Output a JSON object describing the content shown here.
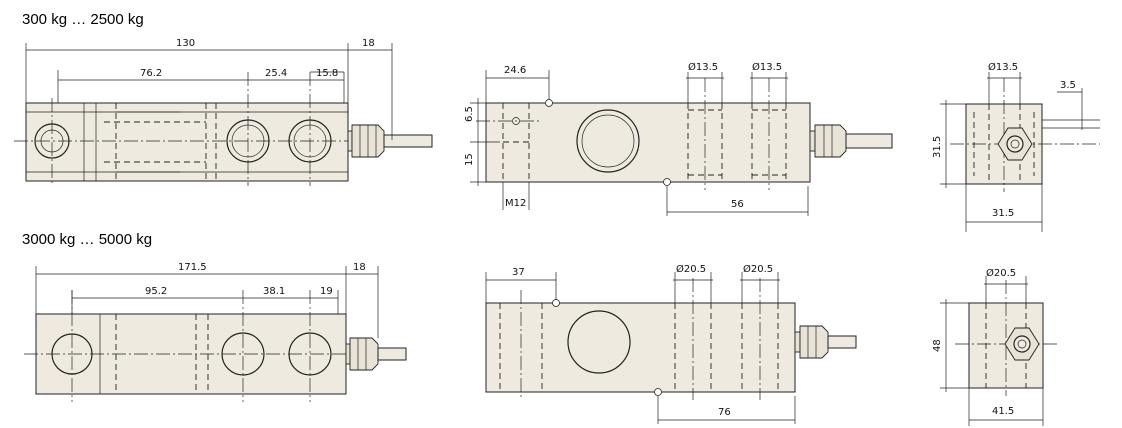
{
  "headings": {
    "small_range": "300 kg … 2500 kg",
    "large_range": "3000 kg … 5000 kg"
  },
  "small": {
    "side": {
      "length": "130",
      "cable": "18",
      "hole_span": "76.2",
      "hole_pitch": "25.4",
      "end_offset": "15.8"
    },
    "front": {
      "mount_width": "24.6",
      "hole1_dia": "Ø13.5",
      "hole2_dia": "Ø13.5",
      "upper": "6.5",
      "lower": "15",
      "thread": "M12",
      "load_span": "56"
    },
    "end": {
      "dia": "Ø13.5",
      "cable_gap": "3.5",
      "height": "31.5",
      "width": "31.5"
    }
  },
  "large": {
    "side": {
      "length": "171.5",
      "cable": "18",
      "hole_span": "95.2",
      "hole_pitch": "38.1",
      "end_offset": "19"
    },
    "front": {
      "mount_width": "37",
      "hole1_dia": "Ø20.5",
      "hole2_dia": "Ø20.5",
      "load_span": "76"
    },
    "end": {
      "dia": "Ø20.5",
      "height": "48",
      "width": "41.5"
    }
  }
}
